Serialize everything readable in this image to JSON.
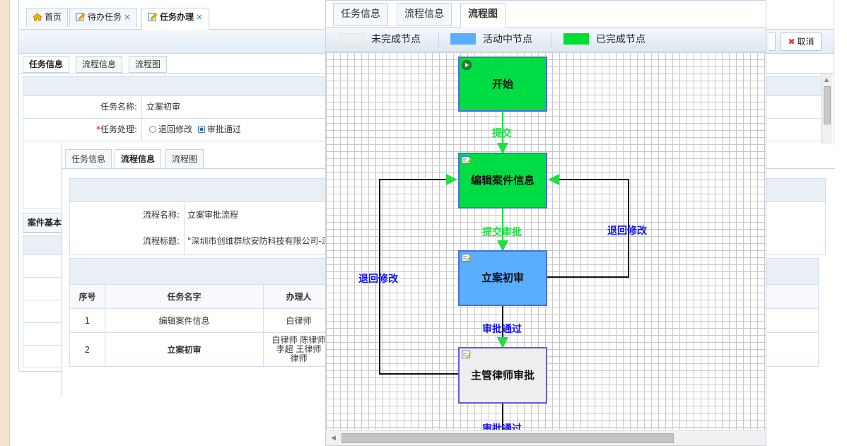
{
  "tabs": [
    {
      "label": "首页",
      "closable": false,
      "icon": "home-icon"
    },
    {
      "label": "待办任务",
      "closable": true,
      "icon": "task-icon"
    },
    {
      "label": "任务办理",
      "closable": true,
      "icon": "task-icon",
      "active": true
    }
  ],
  "toolbar": {
    "cancel_label": "取消"
  },
  "base": {
    "inner_tabs": [
      "任务信息",
      "流程信息",
      "流程图"
    ],
    "task_name_label": "任务名称:",
    "task_name_value": "立案初审",
    "task_handle_label": "任务处理:",
    "required_mark": "*",
    "option_return": "退回修改",
    "option_approve": "审批通过",
    "case_tab_label": "案件基本信息"
  },
  "mid": {
    "tabs": [
      "任务信息",
      "流程信息",
      "流程图"
    ],
    "process_name_label": "流程名称:",
    "process_name_value": "立案审批流程",
    "process_title_label": "流程标题:",
    "process_title_value": "\"深圳市创维群欣安防科技有限公司-深圳",
    "table_headers": [
      "序号",
      "任务名字",
      "办理人"
    ],
    "rows": [
      {
        "index": "1",
        "task": "编辑案件信息",
        "handler": "白律师"
      },
      {
        "index": "2",
        "task": "立案初审",
        "handler_lines": [
          "白律师  陈律师  ",
          "李超  王律师  ",
          "律师"
        ]
      }
    ]
  },
  "flow": {
    "tabs": [
      "任务信息",
      "流程信息",
      "流程图"
    ],
    "legend": [
      {
        "label": "未完成节点",
        "color": "#eeeeee"
      },
      {
        "label": "活动中节点",
        "color": "#5aaeff"
      },
      {
        "label": "已完成节点",
        "color": "#00dd33"
      }
    ],
    "nodes": [
      {
        "label": "开始",
        "state": "completed",
        "icon": "play-icon"
      },
      {
        "label": "编辑案件信息",
        "state": "completed",
        "icon": "edit-icon"
      },
      {
        "label": "立案初审",
        "state": "active",
        "icon": "edit-icon"
      },
      {
        "label": "主管律师审批",
        "state": "pending",
        "icon": "edit-icon"
      }
    ],
    "edges": [
      {
        "label": "提交",
        "color": "#22dd44"
      },
      {
        "label": "提交审批",
        "color": "#22dd44"
      },
      {
        "label": "审批通过",
        "color": "#1010ff"
      },
      {
        "label": "退回修改",
        "color": "#1010ff"
      },
      {
        "label": "退回修改",
        "color": "#1010ff"
      },
      {
        "label": "审批通过",
        "color": "#1010ff"
      }
    ]
  }
}
